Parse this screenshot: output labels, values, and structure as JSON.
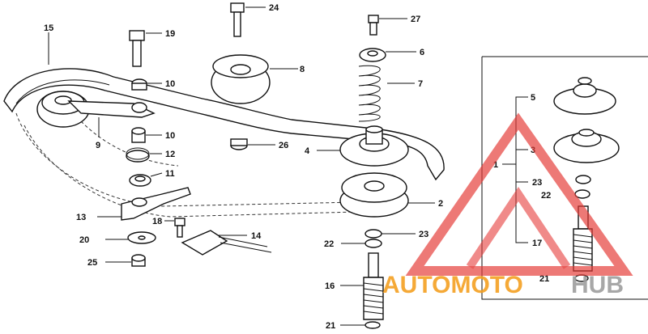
{
  "diagram": {
    "labels": {
      "p1": "1",
      "p2": "2",
      "p3": "3",
      "p4": "4",
      "p5": "5",
      "p6": "6",
      "p7": "7",
      "p8": "8",
      "p9": "9",
      "p10a": "10",
      "p10b": "10",
      "p11": "11",
      "p12": "12",
      "p13": "13",
      "p14": "14",
      "p15": "15",
      "p16": "16",
      "p17": "17",
      "p18": "18",
      "p19": "19",
      "p20": "20",
      "p21a": "21",
      "p21b": "21",
      "p22a": "22",
      "p22b": "22",
      "p23a": "23",
      "p23b": "23",
      "p24": "24",
      "p25": "25",
      "p26": "26",
      "p27": "27"
    }
  },
  "watermark": {
    "text_part1": "AUTOMOTO",
    "text_part2": "HUB",
    "color_red": "#e53935",
    "color_orange": "#f4a022",
    "color_gray": "#9e9e9e"
  }
}
